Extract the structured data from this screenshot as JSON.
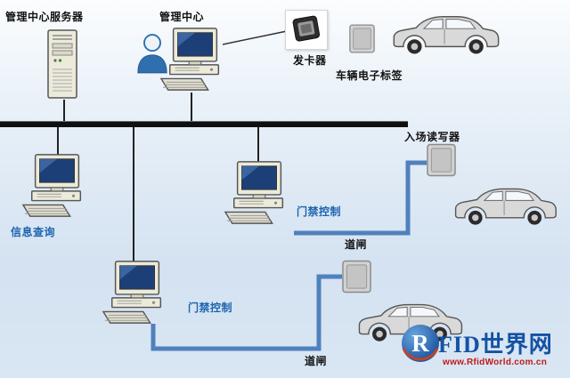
{
  "labels": {
    "server": "管理中心服务器",
    "management_center": "管理中心",
    "card_issuer": "发卡器",
    "vehicle_tag": "车辆电子标签",
    "entry_reader": "入场读写器",
    "info_query": "信息查询",
    "access_control_1": "门禁控制",
    "access_control_2": "门禁控制",
    "barrier_1": "道闸",
    "barrier_2": "道闸"
  },
  "logo": {
    "initial": "R",
    "name": "FID世界网",
    "url": "www.RfidWorld.com.cn"
  },
  "colors": {
    "label_blue": "#1c64b0",
    "barrier_line_blue": "#4f81bd",
    "bus_black": "#0f0f0f",
    "logo_blue": "#1452a4",
    "logo_url_red": "#c01a1a",
    "background_blue": "#d4e2f1"
  }
}
